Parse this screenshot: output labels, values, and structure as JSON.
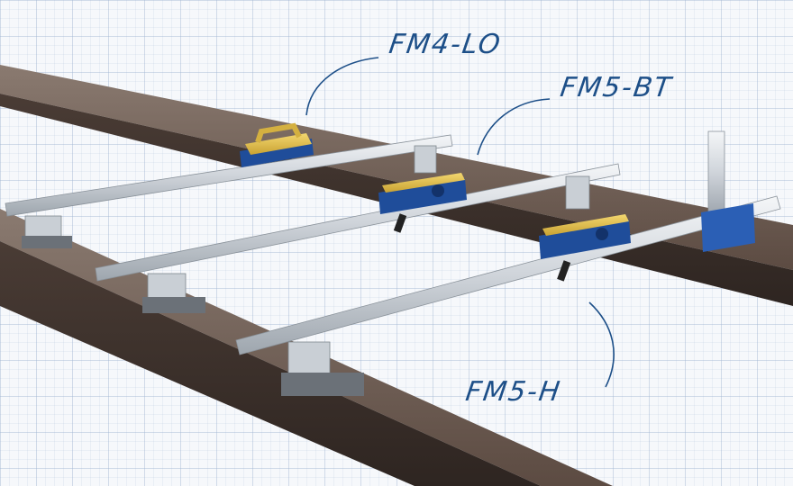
{
  "labels": {
    "fm4_lo": "FM4-LO",
    "fm5_bt": "FM5-BT",
    "fm5_h": "FM5-H"
  },
  "colors": {
    "label_ink": "#1d4f88",
    "rail_steel": "#5a4a42",
    "aluminium": "#d9dde2",
    "device_blue": "#1f4d9a",
    "device_yellow": "#e8c54a"
  }
}
